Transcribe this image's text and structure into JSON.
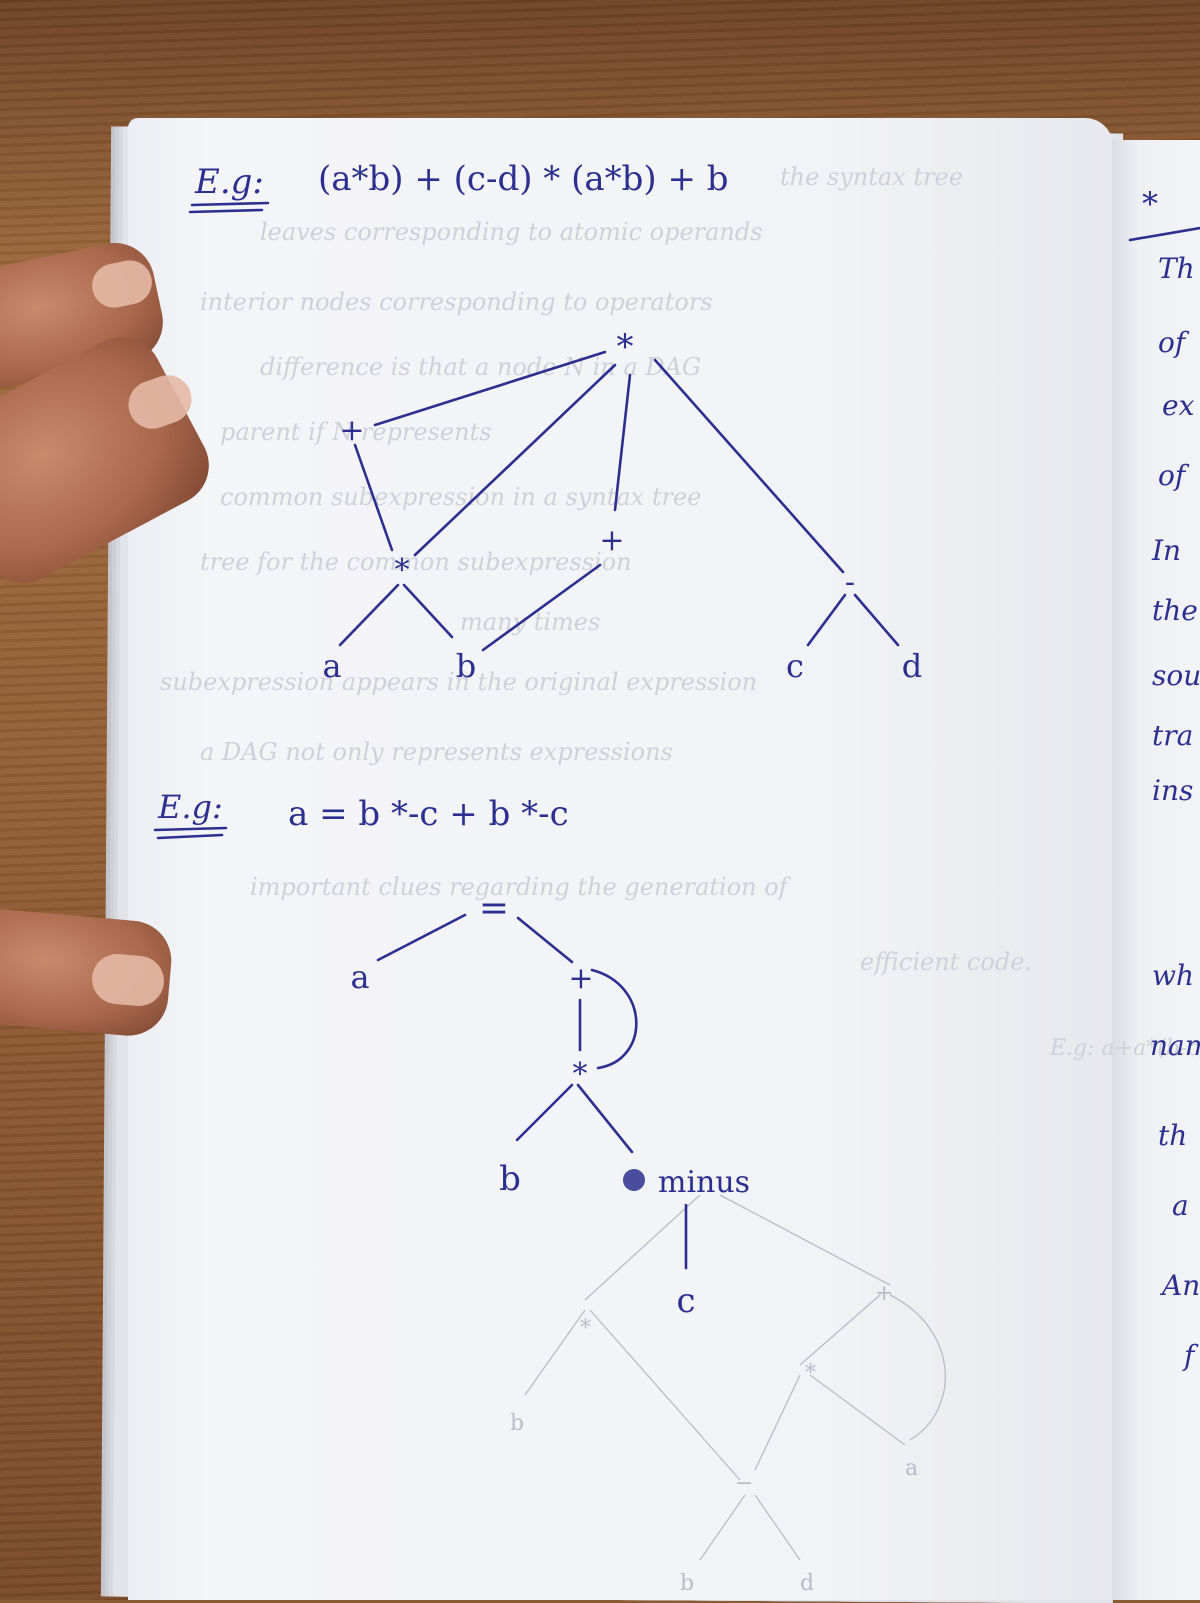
{
  "example1": {
    "label": "E.g:",
    "expression": "(a*b) + (c-d) * (a*b) + b",
    "nodes": {
      "root": "*",
      "plus_left": "+",
      "star_mid": "*",
      "plus_mid": "+",
      "minus": "-",
      "a": "a",
      "b": "b",
      "c": "c",
      "d": "d"
    }
  },
  "example2": {
    "label": "E.g:",
    "expression": "a = b *-c + b *-c",
    "nodes": {
      "assign": "=",
      "a": "a",
      "plus": "+",
      "star": "*",
      "b": "b",
      "minus": "minus",
      "c": "c"
    }
  },
  "margin_notes": [
    "*",
    "Th",
    "of",
    "ex",
    "of",
    "In",
    "the",
    "sou",
    "tra",
    "ins",
    "wh",
    "nam",
    "th",
    "a",
    "An",
    "f"
  ],
  "colors": {
    "ink": "#2b2f8f",
    "paper": "#f2f3f6",
    "desk": "#8e5a31"
  }
}
